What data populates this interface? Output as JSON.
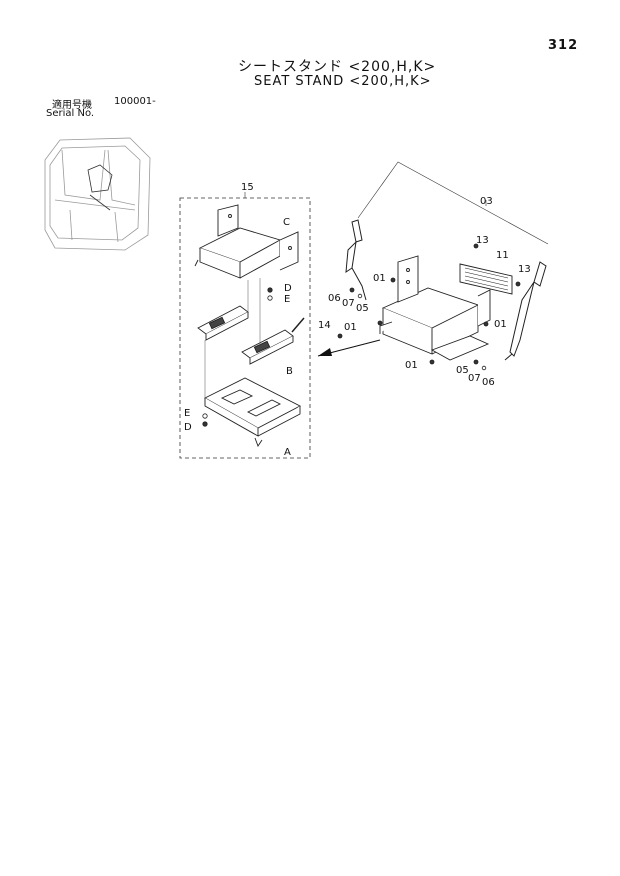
{
  "page": {
    "number": "312",
    "title_jp": "シートスタンド <200,H,K>",
    "title_en": "SEAT STAND <200,H,K>"
  },
  "serial": {
    "label_jp": "適用号機",
    "value": "100001-",
    "label_en": "Serial No."
  },
  "callouts": {
    "group_15": "15",
    "group_03": "03",
    "A": "A",
    "B": "B",
    "C": "C",
    "D_upper": "D",
    "E_upper": "E",
    "D_lower": "D",
    "E_lower": "E",
    "p01_a": "01",
    "p01_b": "01",
    "p01_c": "01",
    "p01_d": "01",
    "p05_a": "05",
    "p05_b": "05",
    "p06_a": "06",
    "p06_b": "06",
    "p07_a": "07",
    "p07_b": "07",
    "p11": "11",
    "p13_a": "13",
    "p13_b": "13",
    "p14": "14"
  }
}
